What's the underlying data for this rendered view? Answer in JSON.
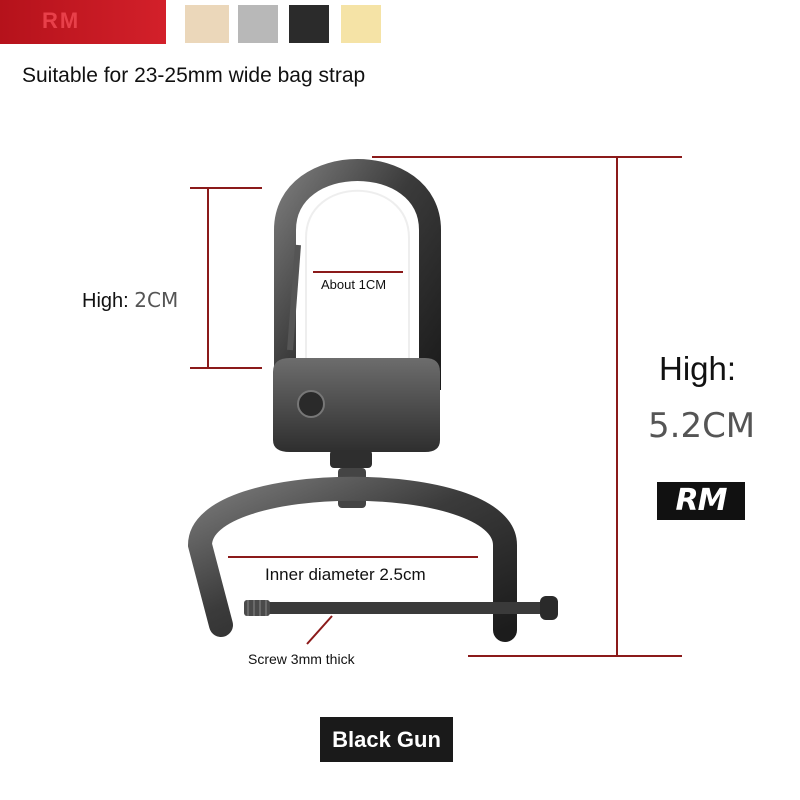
{
  "header_logo": {
    "text": "RM",
    "color": "#c8161d"
  },
  "swatches": [
    {
      "name": "beige",
      "color": "#ebd7ba"
    },
    {
      "name": "silver",
      "color": "#b8b8b8"
    },
    {
      "name": "black",
      "color": "#2b2b2b"
    },
    {
      "name": "gold",
      "color": "#f5e3a6"
    }
  ],
  "subtitle": "Suitable for 23-25mm wide bag strap",
  "dimensions": {
    "small_high_label": "High:",
    "small_high_value": "2CM",
    "big_high_label": "High:",
    "big_high_value": "5.2CM",
    "loop_width": "About 1CM",
    "inner_diameter": "Inner diameter 2.5cm",
    "screw": "Screw 3mm thick"
  },
  "brand_logo": "RM",
  "caption": "Black Gun",
  "colors": {
    "dimension_line": "#8b1a1a",
    "metal": "#3a3a3a"
  }
}
